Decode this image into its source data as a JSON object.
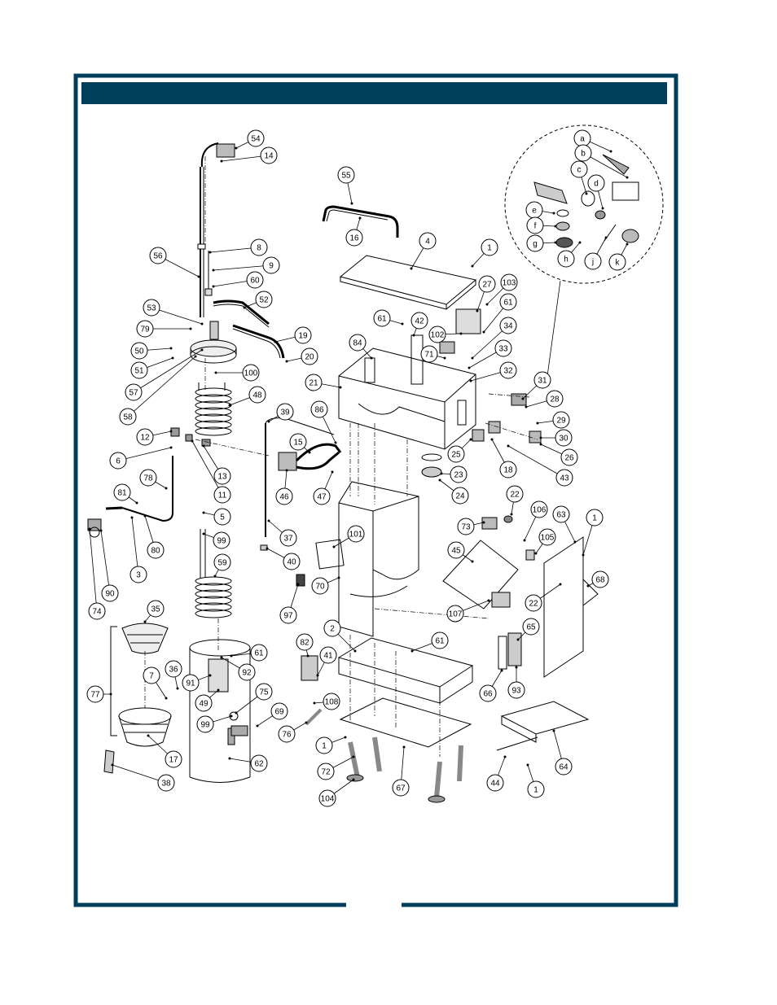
{
  "colors": {
    "frame": "#003f5c",
    "ink": "#000000",
    "paper": "#ffffff"
  },
  "header_bar": {
    "text": ""
  },
  "callouts": [
    {
      "id": "c54",
      "label": "54"
    },
    {
      "id": "c14",
      "label": "14"
    },
    {
      "id": "c55",
      "label": "55"
    },
    {
      "id": "c16",
      "label": "16"
    },
    {
      "id": "c4",
      "label": "4"
    },
    {
      "id": "c1a",
      "label": "1"
    },
    {
      "id": "c56",
      "label": "56"
    },
    {
      "id": "c8",
      "label": "8"
    },
    {
      "id": "c9",
      "label": "9"
    },
    {
      "id": "c60",
      "label": "60"
    },
    {
      "id": "c52",
      "label": "52"
    },
    {
      "id": "c53",
      "label": "53"
    },
    {
      "id": "c79",
      "label": "79"
    },
    {
      "id": "c50",
      "label": "50"
    },
    {
      "id": "c51",
      "label": "51"
    },
    {
      "id": "c57",
      "label": "57"
    },
    {
      "id": "c58",
      "label": "58"
    },
    {
      "id": "c19",
      "label": "19"
    },
    {
      "id": "c20",
      "label": "20"
    },
    {
      "id": "c100",
      "label": "100"
    },
    {
      "id": "c48",
      "label": "48"
    },
    {
      "id": "c61a",
      "label": "61"
    },
    {
      "id": "c42",
      "label": "42"
    },
    {
      "id": "c27",
      "label": "27"
    },
    {
      "id": "c103",
      "label": "103"
    },
    {
      "id": "c61b",
      "label": "61"
    },
    {
      "id": "c102",
      "label": "102"
    },
    {
      "id": "c34",
      "label": "34"
    },
    {
      "id": "c84",
      "label": "84"
    },
    {
      "id": "c71",
      "label": "71"
    },
    {
      "id": "c33",
      "label": "33"
    },
    {
      "id": "c32",
      "label": "32"
    },
    {
      "id": "c21",
      "label": "21"
    },
    {
      "id": "c31",
      "label": "31"
    },
    {
      "id": "c28",
      "label": "28"
    },
    {
      "id": "c29",
      "label": "29"
    },
    {
      "id": "c30",
      "label": "30"
    },
    {
      "id": "c26",
      "label": "26"
    },
    {
      "id": "c43",
      "label": "43"
    },
    {
      "id": "c18",
      "label": "18"
    },
    {
      "id": "c25",
      "label": "25"
    },
    {
      "id": "c23",
      "label": "23"
    },
    {
      "id": "c24",
      "label": "24"
    },
    {
      "id": "c39",
      "label": "39"
    },
    {
      "id": "c86",
      "label": "86"
    },
    {
      "id": "c15",
      "label": "15"
    },
    {
      "id": "c46",
      "label": "46"
    },
    {
      "id": "c47",
      "label": "47"
    },
    {
      "id": "c12",
      "label": "12"
    },
    {
      "id": "c6",
      "label": "6"
    },
    {
      "id": "c13",
      "label": "13"
    },
    {
      "id": "c11",
      "label": "11"
    },
    {
      "id": "c78",
      "label": "78"
    },
    {
      "id": "c81",
      "label": "81"
    },
    {
      "id": "c80",
      "label": "80"
    },
    {
      "id": "c3",
      "label": "3"
    },
    {
      "id": "c90",
      "label": "90"
    },
    {
      "id": "c74",
      "label": "74"
    },
    {
      "id": "c5",
      "label": "5"
    },
    {
      "id": "c99a",
      "label": "99"
    },
    {
      "id": "c59",
      "label": "59"
    },
    {
      "id": "c37",
      "label": "37"
    },
    {
      "id": "c40",
      "label": "40"
    },
    {
      "id": "c101",
      "label": "101"
    },
    {
      "id": "c70",
      "label": "70"
    },
    {
      "id": "c97",
      "label": "97"
    },
    {
      "id": "c22a",
      "label": "22"
    },
    {
      "id": "c73",
      "label": "73"
    },
    {
      "id": "c106",
      "label": "106"
    },
    {
      "id": "c63",
      "label": "63"
    },
    {
      "id": "c1b",
      "label": "1"
    },
    {
      "id": "c105",
      "label": "105"
    },
    {
      "id": "c45",
      "label": "45"
    },
    {
      "id": "c68",
      "label": "68"
    },
    {
      "id": "c22b",
      "label": "22"
    },
    {
      "id": "c107",
      "label": "107"
    },
    {
      "id": "c35",
      "label": "35"
    },
    {
      "id": "c2",
      "label": "2"
    },
    {
      "id": "c61c",
      "label": "61"
    },
    {
      "id": "c61d",
      "label": "61"
    },
    {
      "id": "c92",
      "label": "92"
    },
    {
      "id": "c82",
      "label": "82"
    },
    {
      "id": "c41",
      "label": "41"
    },
    {
      "id": "c65",
      "label": "65"
    },
    {
      "id": "c7",
      "label": "7"
    },
    {
      "id": "c36",
      "label": "36"
    },
    {
      "id": "c77",
      "label": "77"
    },
    {
      "id": "c91",
      "label": "91"
    },
    {
      "id": "c49",
      "label": "49"
    },
    {
      "id": "c75",
      "label": "75"
    },
    {
      "id": "c69",
      "label": "69"
    },
    {
      "id": "c99b",
      "label": "99"
    },
    {
      "id": "c108",
      "label": "108"
    },
    {
      "id": "c76",
      "label": "76"
    },
    {
      "id": "c66",
      "label": "66"
    },
    {
      "id": "c93",
      "label": "93"
    },
    {
      "id": "c17",
      "label": "17"
    },
    {
      "id": "c62",
      "label": "62"
    },
    {
      "id": "c38",
      "label": "38"
    },
    {
      "id": "c1c",
      "label": "1"
    },
    {
      "id": "c72",
      "label": "72"
    },
    {
      "id": "c104",
      "label": "104"
    },
    {
      "id": "c67",
      "label": "67"
    },
    {
      "id": "c44",
      "label": "44"
    },
    {
      "id": "c1d",
      "label": "1"
    },
    {
      "id": "c64",
      "label": "64"
    },
    {
      "id": "ca",
      "label": "a"
    },
    {
      "id": "cb",
      "label": "b"
    },
    {
      "id": "cc",
      "label": "c"
    },
    {
      "id": "cd",
      "label": "d"
    },
    {
      "id": "ce",
      "label": "e"
    },
    {
      "id": "cf",
      "label": "f"
    },
    {
      "id": "cg",
      "label": "g"
    },
    {
      "id": "ch",
      "label": "h"
    },
    {
      "id": "cj",
      "label": "j"
    },
    {
      "id": "ck",
      "label": "k"
    }
  ]
}
